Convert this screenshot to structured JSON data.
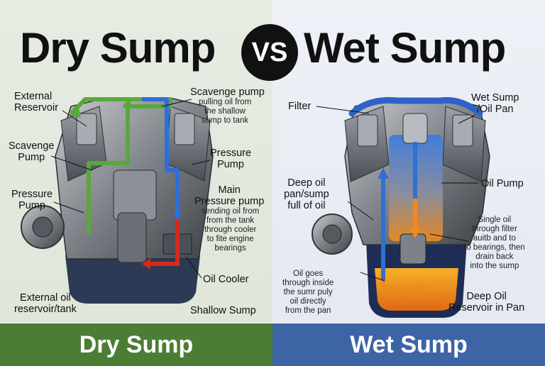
{
  "title_left": "Dry Sump",
  "vs": "VS",
  "title_right": "Wet Sump",
  "dry": {
    "external_reservoir": "External\nReservoir",
    "scavenge_pump_left": "Scavenge\nPump",
    "pressure_pump_left": "Pressure\nPump",
    "scavenge_pump_title": "Scavenge pump",
    "scavenge_pump_desc": "pulling oil from\nthe shallow\nsump to tank",
    "pressure_pump_right": "Pressure\nPump",
    "main_pressure_title": "Main\nPressure pump",
    "main_pressure_desc": "sending oil from\nfrom the tank\nthrough cooler\nto fite engine\nbearings",
    "oil_cooler": "Oil Cooler",
    "external_oil_tank": "External oil\nreservoir/tank",
    "shallow_sump": "Shallow Sump"
  },
  "wet": {
    "filter": "Filter",
    "wet_sump_oil_pan": "Wet Sump\n/Oil Pan",
    "deep_oil_pan": "Deep oil\npan/sump\nfull of oil",
    "oil_pump": "Oil Pump",
    "single_oil": "Single oil\nthrough filter\nauitb and to\nto bearings, then\ndrain back\ninto the sump",
    "oil_goes": "Oil goes\nthrough inside\nthe sumr puly\noil directly\nfrom the pan",
    "deep_oil_reservoir": "Deep Oil\nReservoir in Pan"
  },
  "footer_left": "Dry Sump",
  "footer_right": "Wet Sump",
  "colors": {
    "dry_green": "#4c7d34",
    "wet_blue": "#3d64a4",
    "flow_green": "#5aa83a",
    "flow_blue": "#2f6fd6",
    "flow_red": "#d42a1c",
    "flow_orange": "#f08a1c"
  }
}
